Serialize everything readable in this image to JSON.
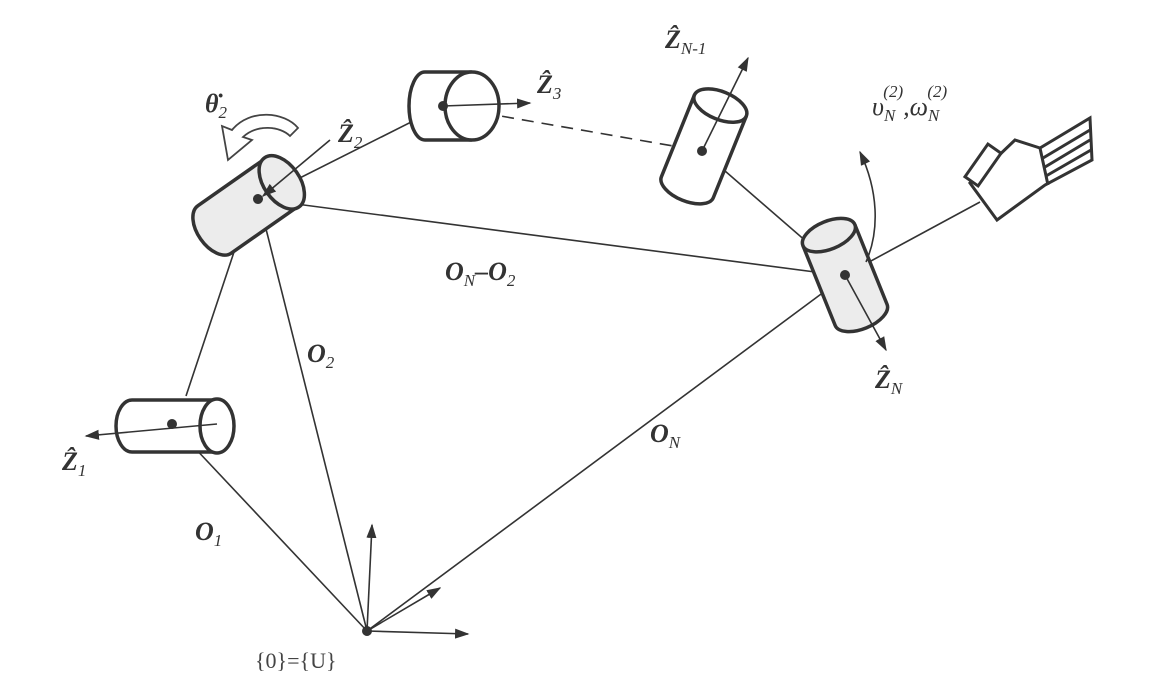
{
  "diagram": {
    "labels": {
      "theta_dot": "θ̇",
      "theta_sub": "2",
      "z": "Ẑ",
      "z1_sub": "1",
      "z2_sub": "2",
      "z3_sub": "3",
      "zn1_sub": "N-1",
      "zn_sub": "N",
      "o": "O",
      "o1_sub": "1",
      "o2_sub": "2",
      "on_sub": "N",
      "diff_minus": "–",
      "v": "υ",
      "omega": "ω",
      "vw_sub": "N",
      "vw_sup": "(2)",
      "comma": ",",
      "origin": "{0}={U}"
    }
  }
}
